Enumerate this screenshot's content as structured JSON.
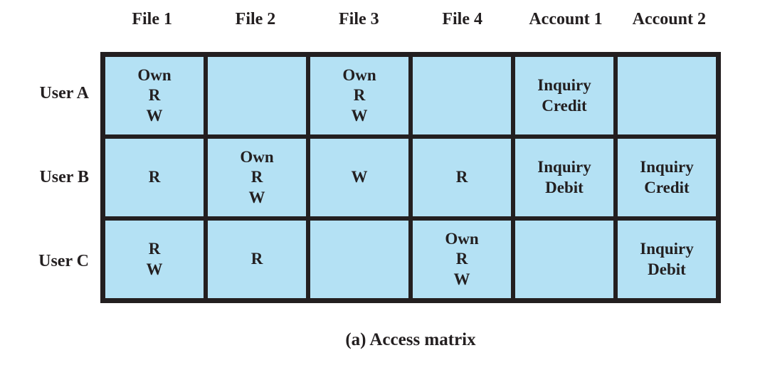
{
  "matrix": {
    "columns": [
      "File 1",
      "File 2",
      "File 3",
      "File 4",
      "Account 1",
      "Account 2"
    ],
    "rows": [
      {
        "label": "User A",
        "cells": [
          [
            "Own",
            "R",
            "W"
          ],
          [],
          [
            "Own",
            "R",
            "W"
          ],
          [],
          [
            "Inquiry",
            "Credit"
          ],
          []
        ]
      },
      {
        "label": "User B",
        "cells": [
          [
            "R"
          ],
          [
            "Own",
            "R",
            "W"
          ],
          [
            "W"
          ],
          [
            "R"
          ],
          [
            "Inquiry",
            "Debit"
          ],
          [
            "Inquiry",
            "Credit"
          ]
        ]
      },
      {
        "label": "User C",
        "cells": [
          [
            "R",
            "W"
          ],
          [
            "R"
          ],
          [],
          [
            "Own",
            "R",
            "W"
          ],
          [],
          [
            "Inquiry",
            "Debit"
          ]
        ]
      }
    ]
  },
  "caption": "(a) Access matrix",
  "colors": {
    "background": "#ffffff",
    "cell_fill": "#b4e1f4",
    "grid": "#231f20",
    "text": "#231f20"
  }
}
